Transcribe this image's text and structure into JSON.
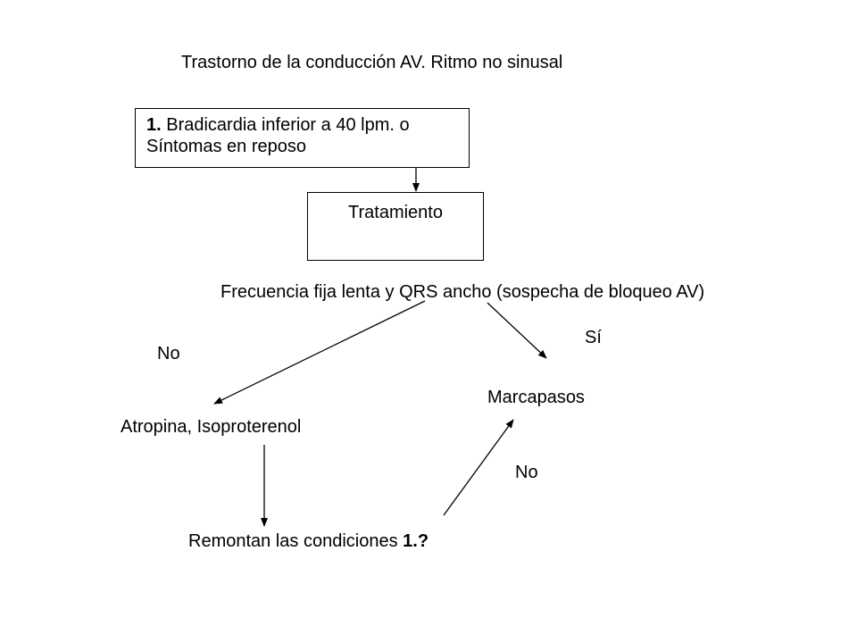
{
  "title": "Trastorno de la conducción AV. Ritmo no sinusal",
  "box1": {
    "number": "1.",
    "line1_rest": " Bradicardia inferior a 40 lpm. o",
    "line2": "Síntomas en reposo"
  },
  "box2": {
    "label": "Tratamiento"
  },
  "decision": "Frecuencia fija lenta y QRS ancho (sospecha de bloqueo AV)",
  "branch_no_left": "No",
  "branch_yes": "Sí",
  "marcapasos": "Marcapasos",
  "atropina": "Atropina, Isoproterenol",
  "branch_no_bottom": "No",
  "remontan": {
    "text": "Remontan las condiciones ",
    "ref": "1.?"
  },
  "colors": {
    "line": "#000000",
    "background": "#ffffff"
  }
}
